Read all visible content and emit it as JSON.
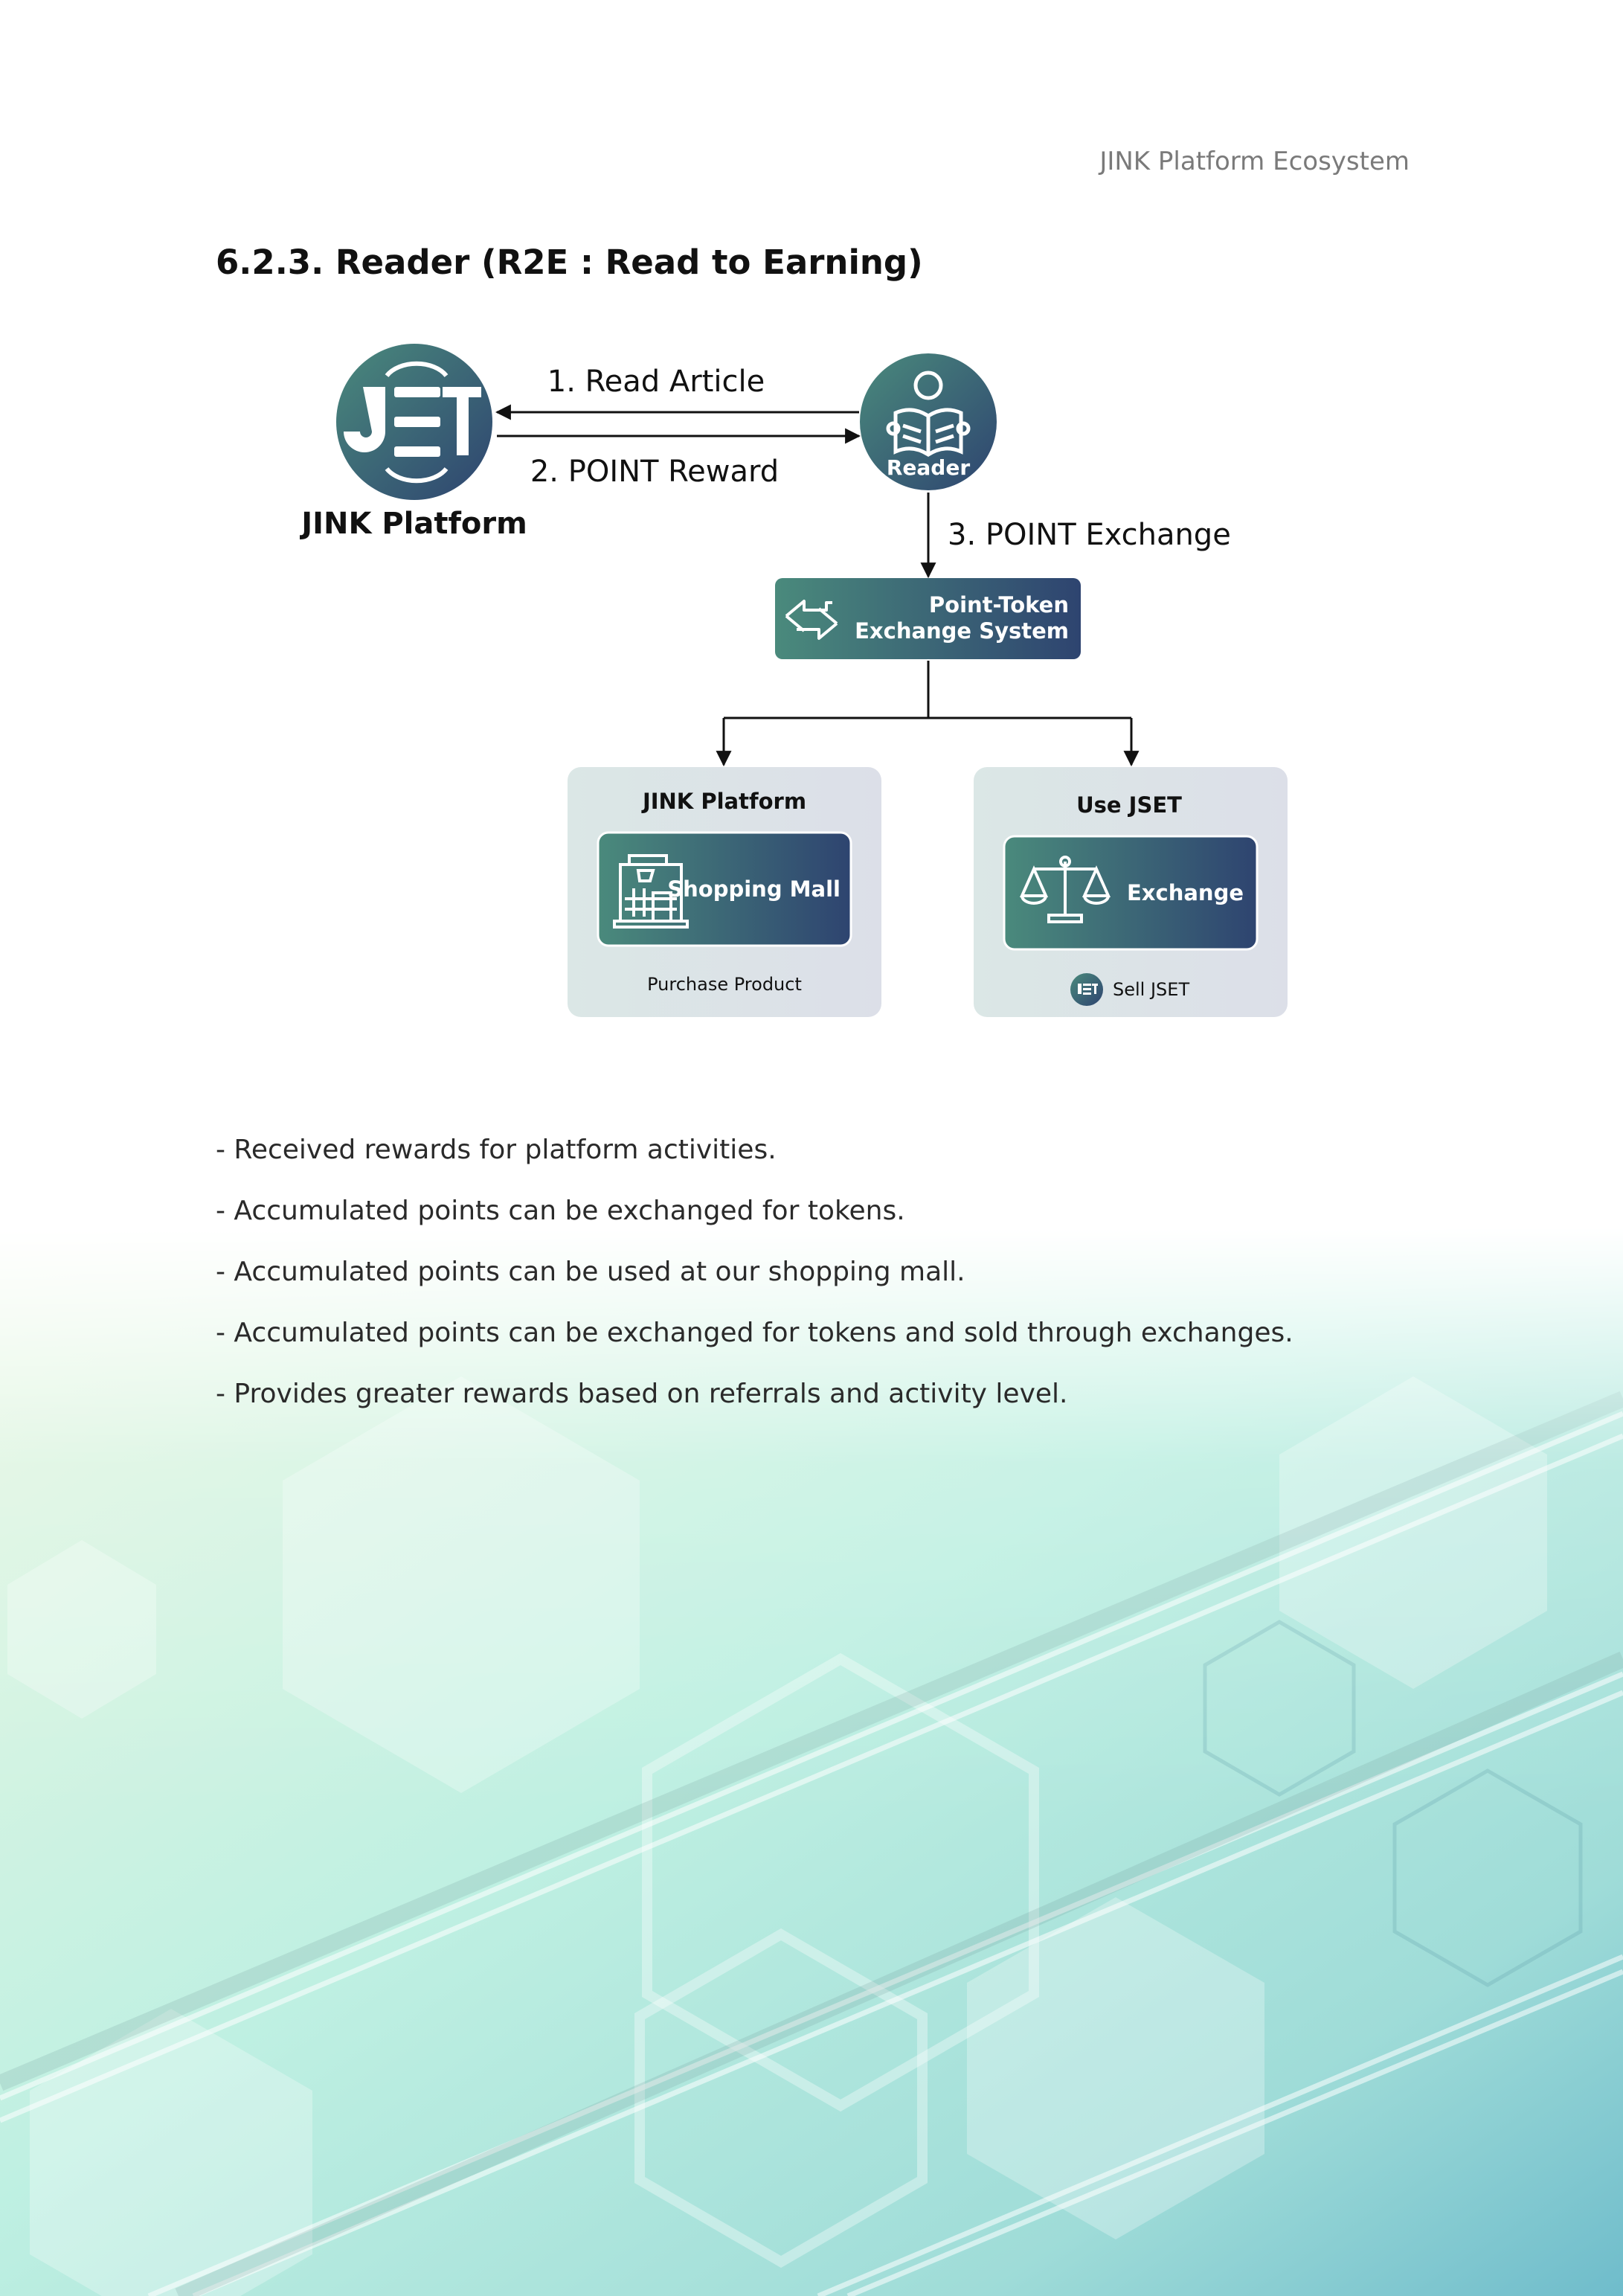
{
  "header": {
    "doc_title": "JINK Platform Ecosystem"
  },
  "section": {
    "title": "6.2.3. Reader (R2E : Read to Earning)"
  },
  "diagram": {
    "platform": {
      "logo": "JSET",
      "label": "JINK Platform"
    },
    "reader": {
      "label": "Reader"
    },
    "arrows": {
      "read_article": "1. Read Article",
      "point_reward": "2. POINT Reward",
      "point_exchange": "3. POINT Exchange"
    },
    "exchange_system": {
      "line1": "Point-Token",
      "line2": "Exchange System"
    },
    "left_panel": {
      "title": "JINK Platform",
      "tile": "Shopping Mall",
      "caption": "Purchase Product"
    },
    "right_panel": {
      "title": "Use JSET",
      "tile": "Exchange",
      "caption": "Sell JSET",
      "badge": "JSET"
    },
    "colors": {
      "teal": "#4a8a7c",
      "navy": "#2e4470",
      "panel": "#dce6e8"
    }
  },
  "bullets": [
    "- Received rewards for platform activities.",
    "- Accumulated points can be exchanged for tokens.",
    "- Accumulated points can be used at our shopping mall.",
    "- Accumulated points can be exchanged for tokens and sold through exchanges.",
    "- Provides greater rewards based on referrals and activity level."
  ]
}
